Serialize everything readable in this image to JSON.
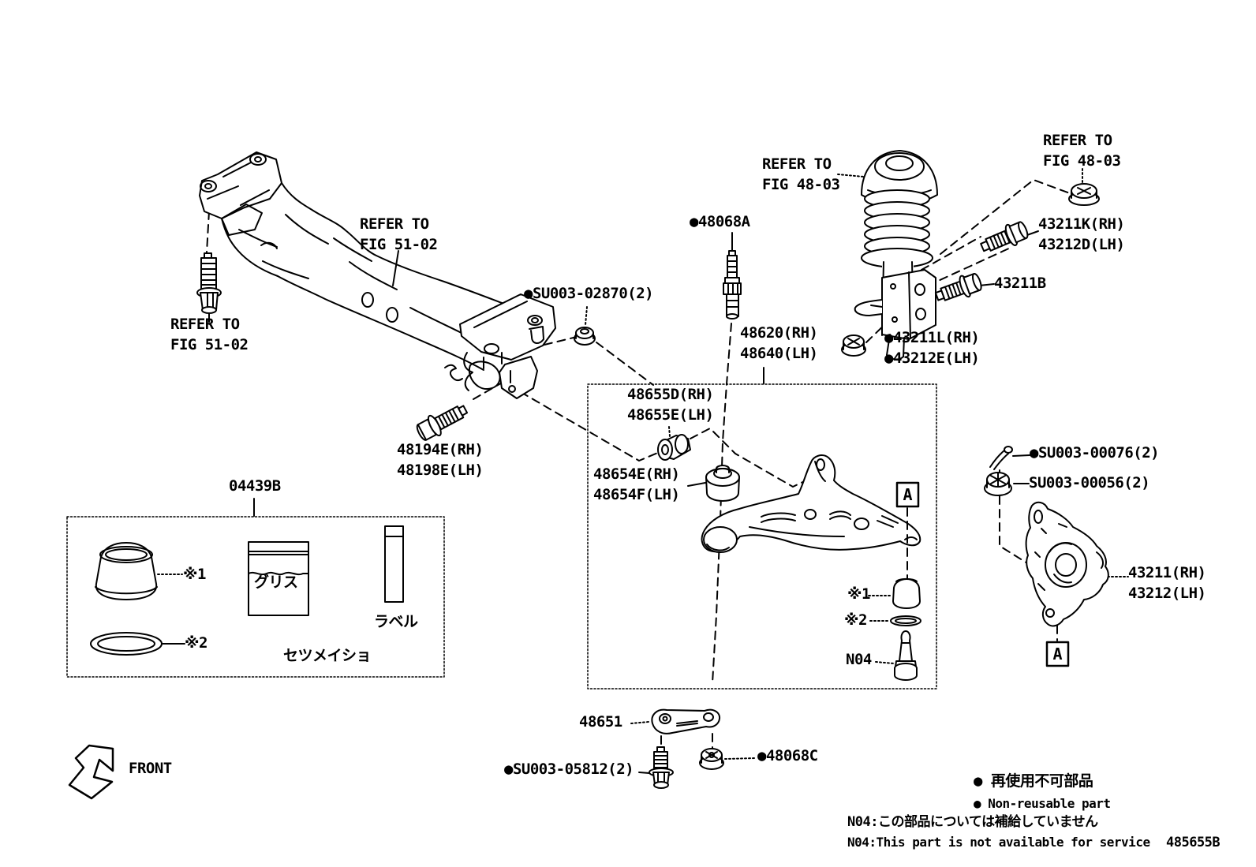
{
  "doc_code": "485655B",
  "direction": {
    "front": "FRONT"
  },
  "references": {
    "fig_48_03": "REFER TO\nFIG 48-03",
    "fig_51_02": "REFER TO\nFIG 51-02"
  },
  "markers": {
    "a": "A",
    "x1": "※1",
    "x2": "※2",
    "n04": "N04"
  },
  "kit": {
    "number": "04439B",
    "grease": "グリス",
    "label": "ラベル",
    "manual": "セツメイショ"
  },
  "parts": {
    "p48068A": "●48068A",
    "su003_02870": "●SU003-02870(2)",
    "p48620": "48620(RH)\n48640(LH)",
    "p43211K": "43211K(RH)\n43212D(LH)",
    "p43211B": "43211B",
    "p43211L": "●43211L(RH)\n●43212E(LH)",
    "p48655D": "48655D(RH)\n48655E(LH)",
    "p48654E": "48654E(RH)\n48654F(LH)",
    "p48194E": "48194E(RH)\n48198E(LH)",
    "p48651": "48651",
    "su003_05812": "●SU003-05812(2)",
    "p48068C": "●48068C",
    "su003_00076": "●SU003-00076(2)",
    "su003_00056": "SU003-00056(2)",
    "p43211": "43211(RH)\n43212(LH)"
  },
  "legend": {
    "jp": "● 再使用不可部品",
    "en": "● Non-reusable part"
  },
  "notes": {
    "jp": "N04:この部品については補給していません",
    "en": "N04:This part is not available for service"
  }
}
